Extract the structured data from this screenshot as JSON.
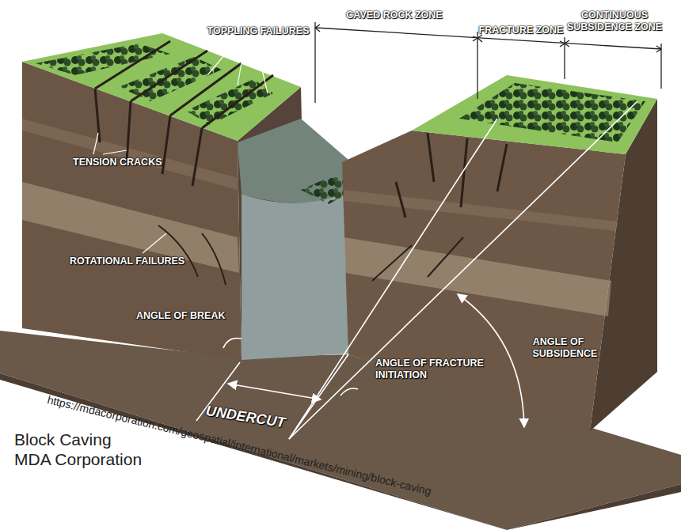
{
  "diagram": {
    "caption": "Block Caving MDA Corporation",
    "labels": [
      "TOPPLING FAILURES",
      "CAVED ROCK ZONE",
      "FRACTURE ZONE",
      "CONTINUOUS SUBSIDENCE ZONE",
      "TENSION CRACKS",
      "ROTATIONAL FAILURES",
      "ANGLE OF BREAK",
      "ANGLE OF FRACTURE INITIATION",
      "ANGLE OF SUBSIDENCE",
      "UNDERCUT",
      "https://mdacorporation.com/geospatial/international/markets/mining/block-caving"
    ]
  }
}
